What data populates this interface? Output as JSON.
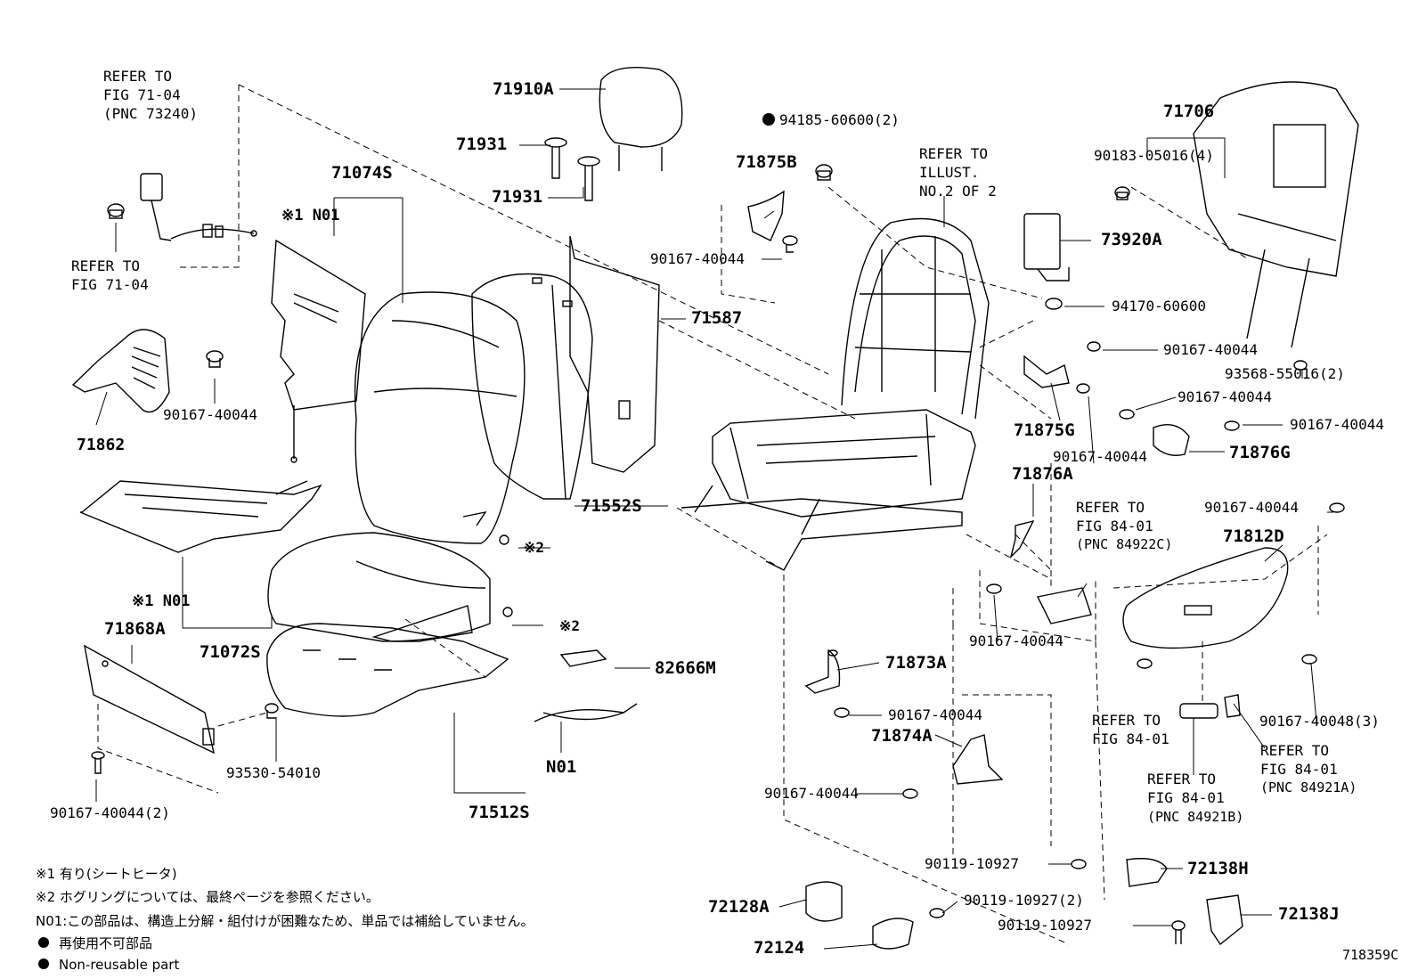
{
  "diagram": {
    "id_code": "718359C",
    "labels": {
      "refer_7104_top": [
        "REFER TO",
        "FIG 71-04",
        "(PNC 73240)"
      ],
      "refer_7104_left": [
        "REFER TO",
        "FIG 71-04"
      ],
      "p71862": "71862",
      "p90167_a": "90167-40044",
      "p71074S": "71074S",
      "n01_star1_a": "※1 N01",
      "p71910A": "71910A",
      "p71931_a": "71931",
      "p71931_b": "71931",
      "p71587": "71587",
      "p71552S": "71552S",
      "star2_a": "※2",
      "star2_b": "※2",
      "n01_star1_b": "※1 N01",
      "p71868A": "71868A",
      "p71072S": "71072S",
      "p82666M": "82666M",
      "n01_c": "N01",
      "p71512S": "71512S",
      "p93530": "93530-54010",
      "p90167_2": "90167-40044(2)",
      "p94185": "94185-60600(2)",
      "p71875B": "71875B",
      "p90167_b": "90167-40044",
      "refer_illust": [
        "REFER TO",
        "ILLUST.",
        "NO.2 OF 2"
      ],
      "p71706": "71706",
      "p90183": "90183-05016(4)",
      "p73920A": "73920A",
      "p94170": "94170-60600",
      "p90167_c": "90167-40044",
      "p93568": "93568-55016(2)",
      "p90167_d": "90167-40044",
      "p90167_e": "90167-40044",
      "p71875G": "71875G",
      "p90167_f": "90167-40044",
      "p71876G": "71876G",
      "p71876A": "71876A",
      "refer_8401_a": [
        "REFER TO",
        "FIG 84-01",
        "(PNC 84922C)"
      ],
      "p90167_g": "90167-40044",
      "p71812D": "71812D",
      "p90167_h": "90167-40044",
      "p71873A": "71873A",
      "p90167_i": "90167-40044",
      "p71874A": "71874A",
      "p90167_j": "90167-40044",
      "refer_8401_b": [
        "REFER TO",
        "FIG 84-01"
      ],
      "p90167_48": "90167-40048(3)",
      "refer_8401_c": [
        "REFER TO",
        "FIG 84-01",
        "(PNC 84921A)"
      ],
      "refer_8401_d": [
        "REFER TO",
        "FIG 84-01",
        "(PNC 84921B)"
      ],
      "p90119_a": "90119-10927",
      "p72138H": "72138H",
      "p72128A": "72128A",
      "p90119_2": "90119-10927(2)",
      "p90119_b": "90119-10927",
      "p72138J": "72138J",
      "p72124": "72124"
    },
    "legend": {
      "star1": "※1 有り(シートヒータ)",
      "star2": "※2 ホグリングについては、最終ページを参照ください。",
      "n01": "N01:この部品は、構造上分解・組付けが困難なため、単品では補給していません。",
      "reuse_jp": "再使用不可部品",
      "reuse_en": "Non-reusable part"
    }
  }
}
